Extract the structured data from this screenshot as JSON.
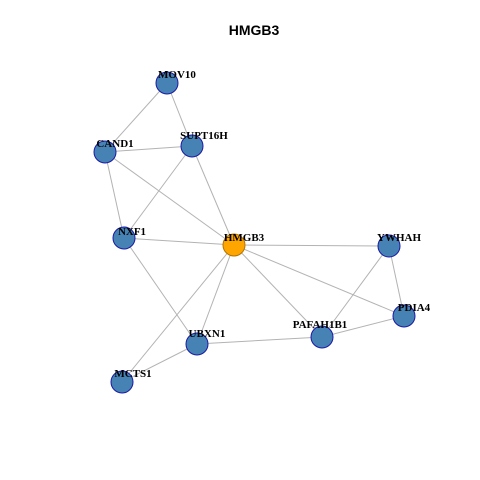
{
  "title": "HMGB3",
  "colors": {
    "node_fill": "#4682b4",
    "node_stroke": "#1a1aa6",
    "center_fill": "#ffa500",
    "center_stroke": "#b37400",
    "edge": "#b3b3b3"
  },
  "nodes": [
    {
      "id": "MOV10",
      "label": "MOV10",
      "center": false
    },
    {
      "id": "CAND1",
      "label": "CAND1",
      "center": false
    },
    {
      "id": "SUPT16H",
      "label": "SUPT16H",
      "center": false
    },
    {
      "id": "NXF1",
      "label": "NXF1",
      "center": false
    },
    {
      "id": "HMGB3",
      "label": "HMGB3",
      "center": true
    },
    {
      "id": "YWHAH",
      "label": "YWHAH",
      "center": false
    },
    {
      "id": "PDIA4",
      "label": "PDIA4",
      "center": false
    },
    {
      "id": "PAFAH1B1",
      "label": "PAFAH1B1",
      "center": false
    },
    {
      "id": "UBXN1",
      "label": "UBXN1",
      "center": false
    },
    {
      "id": "MCTS1",
      "label": "MCTS1",
      "center": false
    }
  ],
  "edges": [
    [
      "MOV10",
      "CAND1"
    ],
    [
      "MOV10",
      "SUPT16H"
    ],
    [
      "CAND1",
      "SUPT16H"
    ],
    [
      "CAND1",
      "NXF1"
    ],
    [
      "CAND1",
      "HMGB3"
    ],
    [
      "SUPT16H",
      "NXF1"
    ],
    [
      "SUPT16H",
      "HMGB3"
    ],
    [
      "NXF1",
      "HMGB3"
    ],
    [
      "NXF1",
      "UBXN1"
    ],
    [
      "HMGB3",
      "YWHAH"
    ],
    [
      "HMGB3",
      "PDIA4"
    ],
    [
      "HMGB3",
      "PAFAH1B1"
    ],
    [
      "HMGB3",
      "UBXN1"
    ],
    [
      "HMGB3",
      "MCTS1"
    ],
    [
      "YWHAH",
      "PDIA4"
    ],
    [
      "YWHAH",
      "PAFAH1B1"
    ],
    [
      "PDIA4",
      "PAFAH1B1"
    ],
    [
      "PAFAH1B1",
      "UBXN1"
    ],
    [
      "UBXN1",
      "MCTS1"
    ]
  ]
}
